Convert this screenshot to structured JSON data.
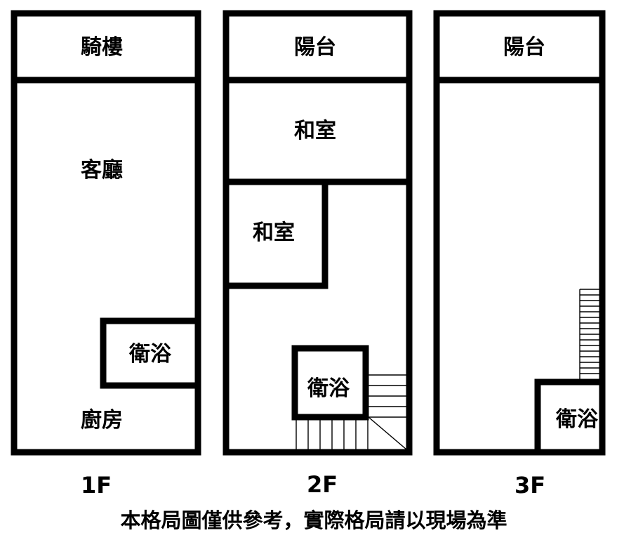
{
  "floors": [
    {
      "label": "1F",
      "rooms": {
        "arcade": "騎樓",
        "living": "客廳",
        "bath": "衛浴",
        "kitchen": "廚房"
      }
    },
    {
      "label": "2F",
      "rooms": {
        "balcony": "陽台",
        "tatami_1": "和室",
        "tatami_2": "和室",
        "bath": "衛浴"
      }
    },
    {
      "label": "3F",
      "rooms": {
        "balcony": "陽台",
        "bath": "衛浴"
      }
    }
  ],
  "disclaimer": "本格局圖僅供參考，實際格局請以現場為準",
  "colors": {
    "wall": "#000000",
    "background": "#ffffff"
  }
}
